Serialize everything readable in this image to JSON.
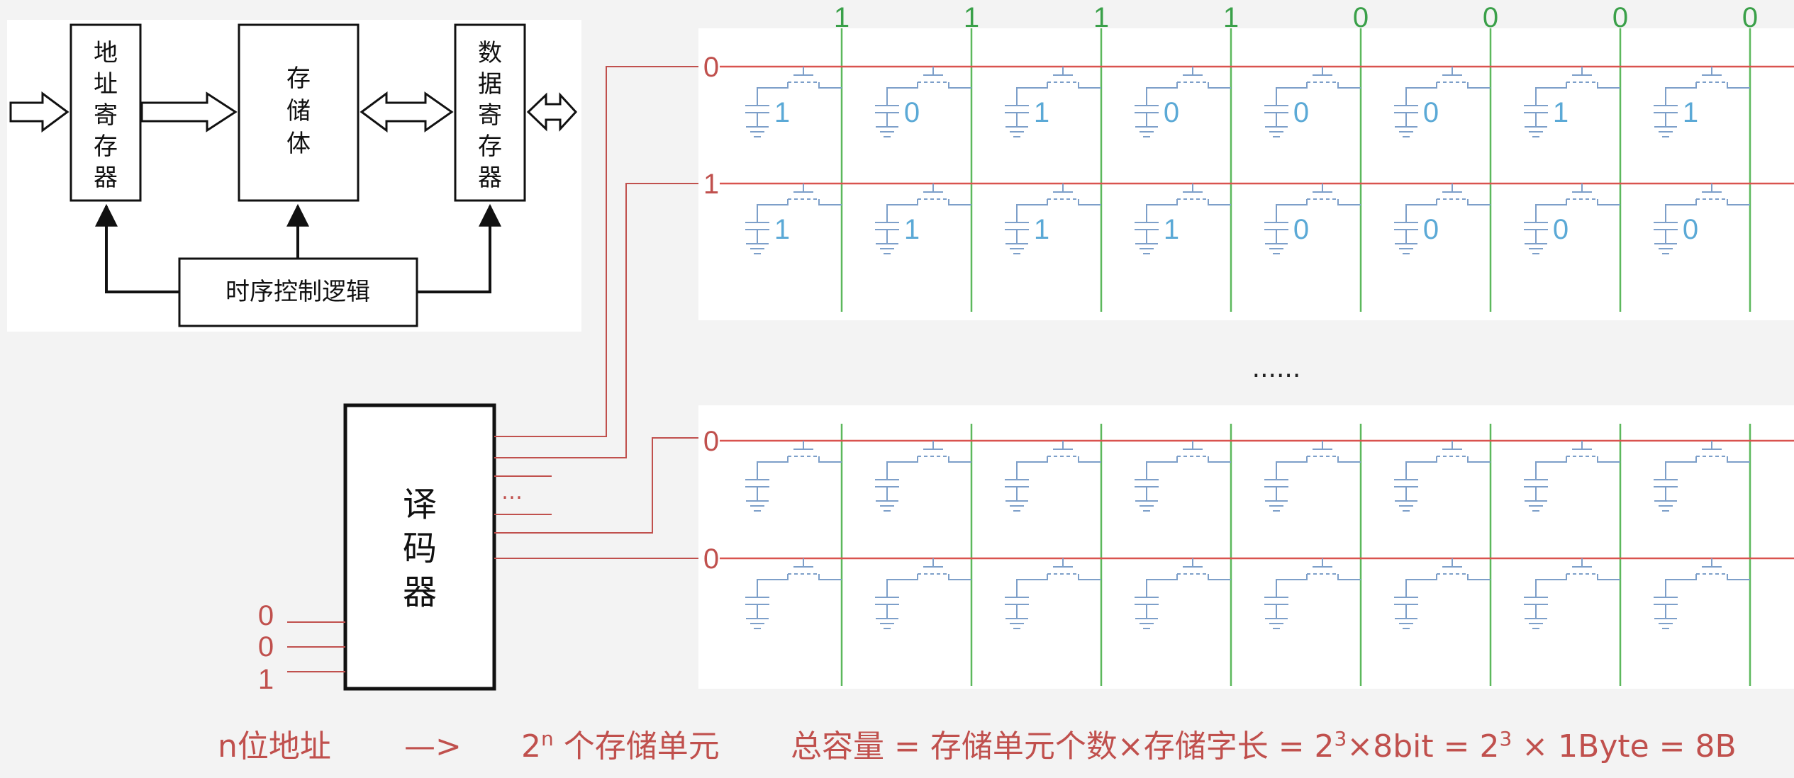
{
  "block_diagram": {
    "address_register": [
      "地",
      "址",
      "寄",
      "存",
      "器"
    ],
    "memory_body": [
      "存",
      "储",
      "体"
    ],
    "data_register": [
      "数",
      "据",
      "寄",
      "存",
      "器"
    ],
    "timing_logic": "时序控制逻辑"
  },
  "decoder": {
    "label_chars": [
      "译",
      "码",
      "器"
    ],
    "input_bits": [
      "0",
      "0",
      "1"
    ],
    "output_ellipsis": "…"
  },
  "bit_lines": [
    "1",
    "1",
    "1",
    "1",
    "0",
    "0",
    "0",
    "0"
  ],
  "rows": [
    {
      "word_line": "0",
      "cells": [
        "1",
        "0",
        "1",
        "0",
        "0",
        "0",
        "1",
        "1"
      ]
    },
    {
      "word_line": "1",
      "cells": [
        "1",
        "1",
        "1",
        "1",
        "0",
        "0",
        "0",
        "0"
      ]
    },
    {
      "word_line": "0",
      "cells": [
        "",
        "",
        "",
        "",
        "",
        "",
        "",
        ""
      ]
    },
    {
      "word_line": "0",
      "cells": [
        "",
        "",
        "",
        "",
        "",
        "",
        "",
        ""
      ]
    }
  ],
  "ellipsis": "......",
  "formula": {
    "part1": "n位地址",
    "arrow": "—>",
    "part2_base": "2",
    "part2_exp": "n",
    "part2_rest": " 个存储单元",
    "part3_prefix": "总容量 = 存储单元个数×存储字长 = 2",
    "part3_exp1": "3",
    "part3_mid": "×8bit = 2",
    "part3_exp2": "3",
    "part3_suffix": " × 1Byte = 8B"
  },
  "colors": {
    "word_line": "#d9534f",
    "bit_line": "#5cb85c",
    "cell": "#7d9fc9",
    "text_red": "#c0504d",
    "text_green": "#3aa049",
    "text_blue": "#5ba9d6"
  }
}
